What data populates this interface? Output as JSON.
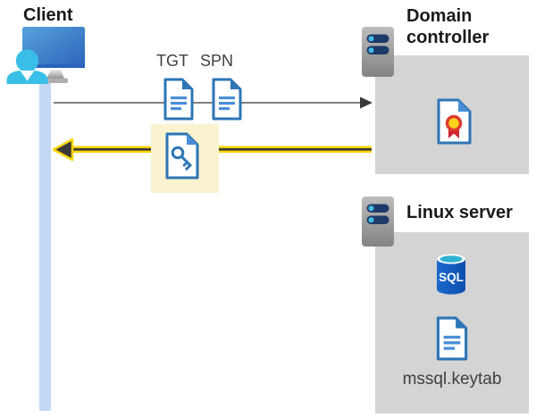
{
  "nodes": {
    "client": {
      "label": "Client"
    },
    "domain_controller": {
      "label_line1": "Domain",
      "label_line2": "controller"
    },
    "linux_server": {
      "label": "Linux server",
      "sql_badge": "SQL",
      "keytab_file": "mssql.keytab"
    }
  },
  "tickets": {
    "tgt": "TGT",
    "spn": "SPN"
  },
  "icons": {
    "client": "user-at-computer-icon",
    "client_timeline": "timeline-bar",
    "tgt": "document-icon",
    "spn": "document-icon",
    "session_ticket": "key-document-icon",
    "domain_controller": "server-icon",
    "certificate": "certificate-icon",
    "linux_server": "server-icon",
    "database": "sql-database-icon",
    "keytab": "document-icon",
    "request": "right-arrow",
    "response": "left-arrow-highlighted"
  },
  "colors": {
    "request_arrow_gray": "#7f7f7f",
    "arrow_dark": "#3a3a3a",
    "response_arrow_yellow": "#ffd500",
    "highlight_yellow": "#fbf3cf",
    "node_box_gray": "#d4d4d4",
    "doc_border_blue": "#2e75b6",
    "doc_line_blue": "#4a8fd8",
    "timeline_blue": "#c3d8f4",
    "person_cyan": "#39bfe7",
    "monitor_blue": "#2a63ba",
    "sql_body_blue": "#1158ba",
    "sql_top_teal": "#2fb1d4",
    "server_gray": "#9c9c9c",
    "server_pill_navy": "#1e3a69",
    "server_dot_cyan": "#45bce8",
    "cert_gold": "#ffd21e",
    "cert_red": "#cf2233"
  }
}
